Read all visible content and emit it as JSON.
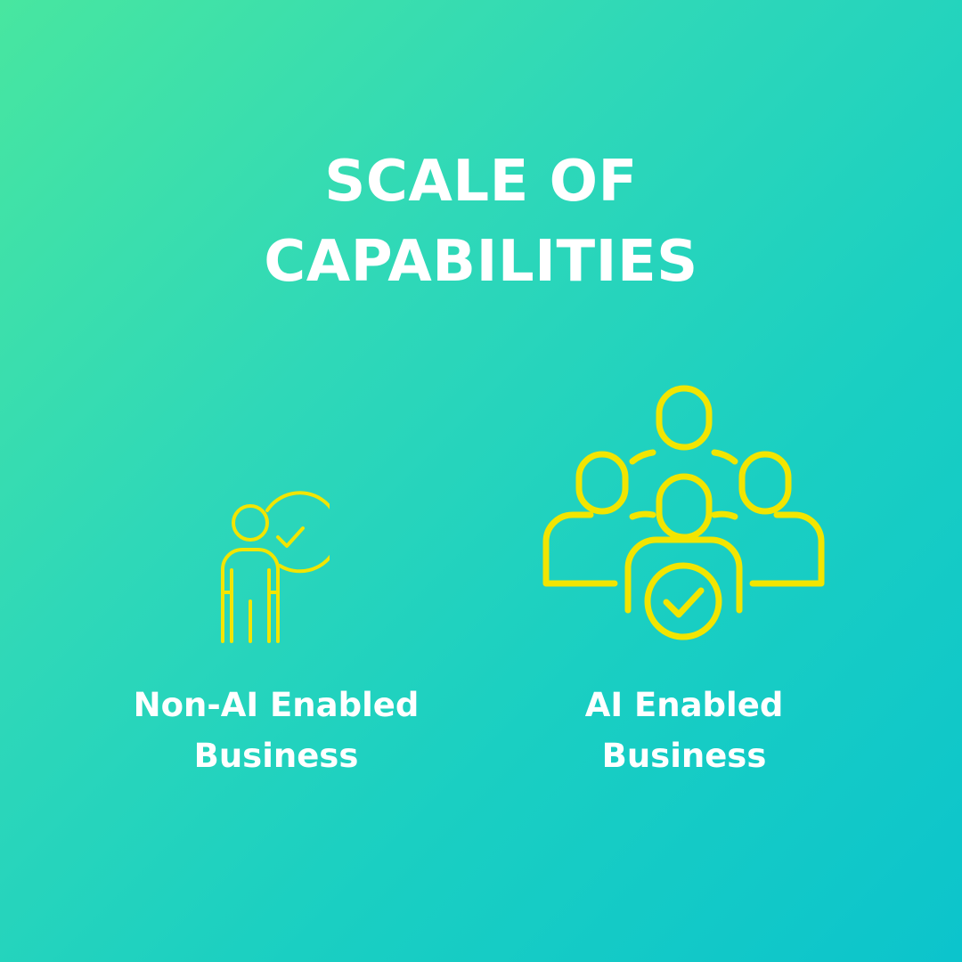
{
  "title": {
    "line1": "SCALE OF",
    "line2": "CAPABILITIES"
  },
  "left": {
    "icon": "person-check-icon",
    "label_line1": "Non-AI Enabled",
    "label_line2": "Business"
  },
  "right": {
    "icon": "team-check-icon",
    "label_line1": "AI Enabled",
    "label_line2": "Business"
  },
  "colors": {
    "gradient_start": "#48e6a0",
    "gradient_end": "#0cc4cc",
    "icon": "#f2e500",
    "text": "#ffffff"
  }
}
